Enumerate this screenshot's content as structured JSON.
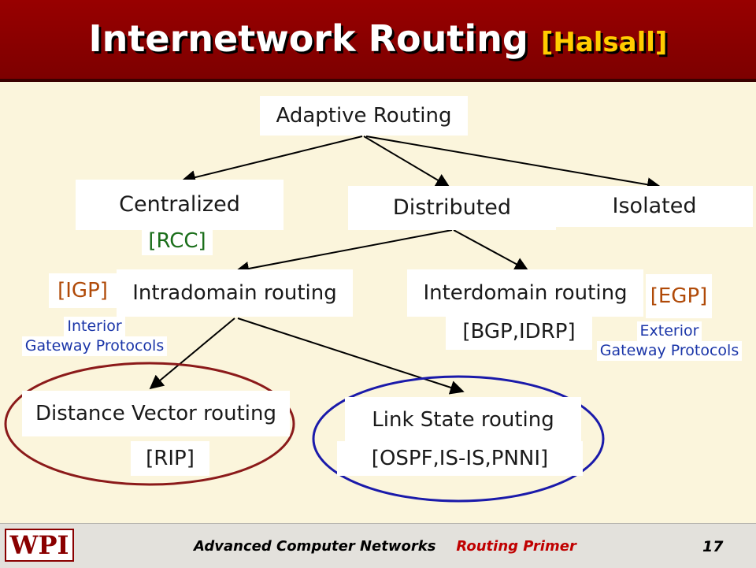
{
  "slide": {
    "title": "Internetwork Routing",
    "citation": "[Halsall]"
  },
  "diagram": {
    "root": "Adaptive Routing",
    "centralized": "Centralized",
    "centralized_example": "[RCC]",
    "distributed": "Distributed",
    "isolated": "Isolated",
    "intradomain": "Intradomain routing",
    "intradomain_tag": "[IGP]",
    "intradomain_desc_line1": "Interior",
    "intradomain_desc_line2": "Gateway Protocols",
    "interdomain": "Interdomain routing",
    "interdomain_tag": "[EGP]",
    "interdomain_examples": "[BGP,IDRP]",
    "interdomain_desc_line1": "Exterior",
    "interdomain_desc_line2": "Gateway Protocols",
    "distance_vector": "Distance Vector routing",
    "distance_vector_example": "[RIP]",
    "link_state": "Link State routing",
    "link_state_examples": "[OSPF,IS-IS,PNNI]"
  },
  "footer": {
    "logo": "WPI",
    "course": "Advanced Computer Networks",
    "topic": "Routing Primer",
    "page": "17"
  },
  "colors": {
    "header_bg": "#8b0000",
    "title_text": "#ffffff",
    "citation_text": "#ffcc00",
    "background": "#fbf5dc",
    "dv_ellipse": "#8b1a1a",
    "ls_ellipse": "#1a1aaa"
  }
}
